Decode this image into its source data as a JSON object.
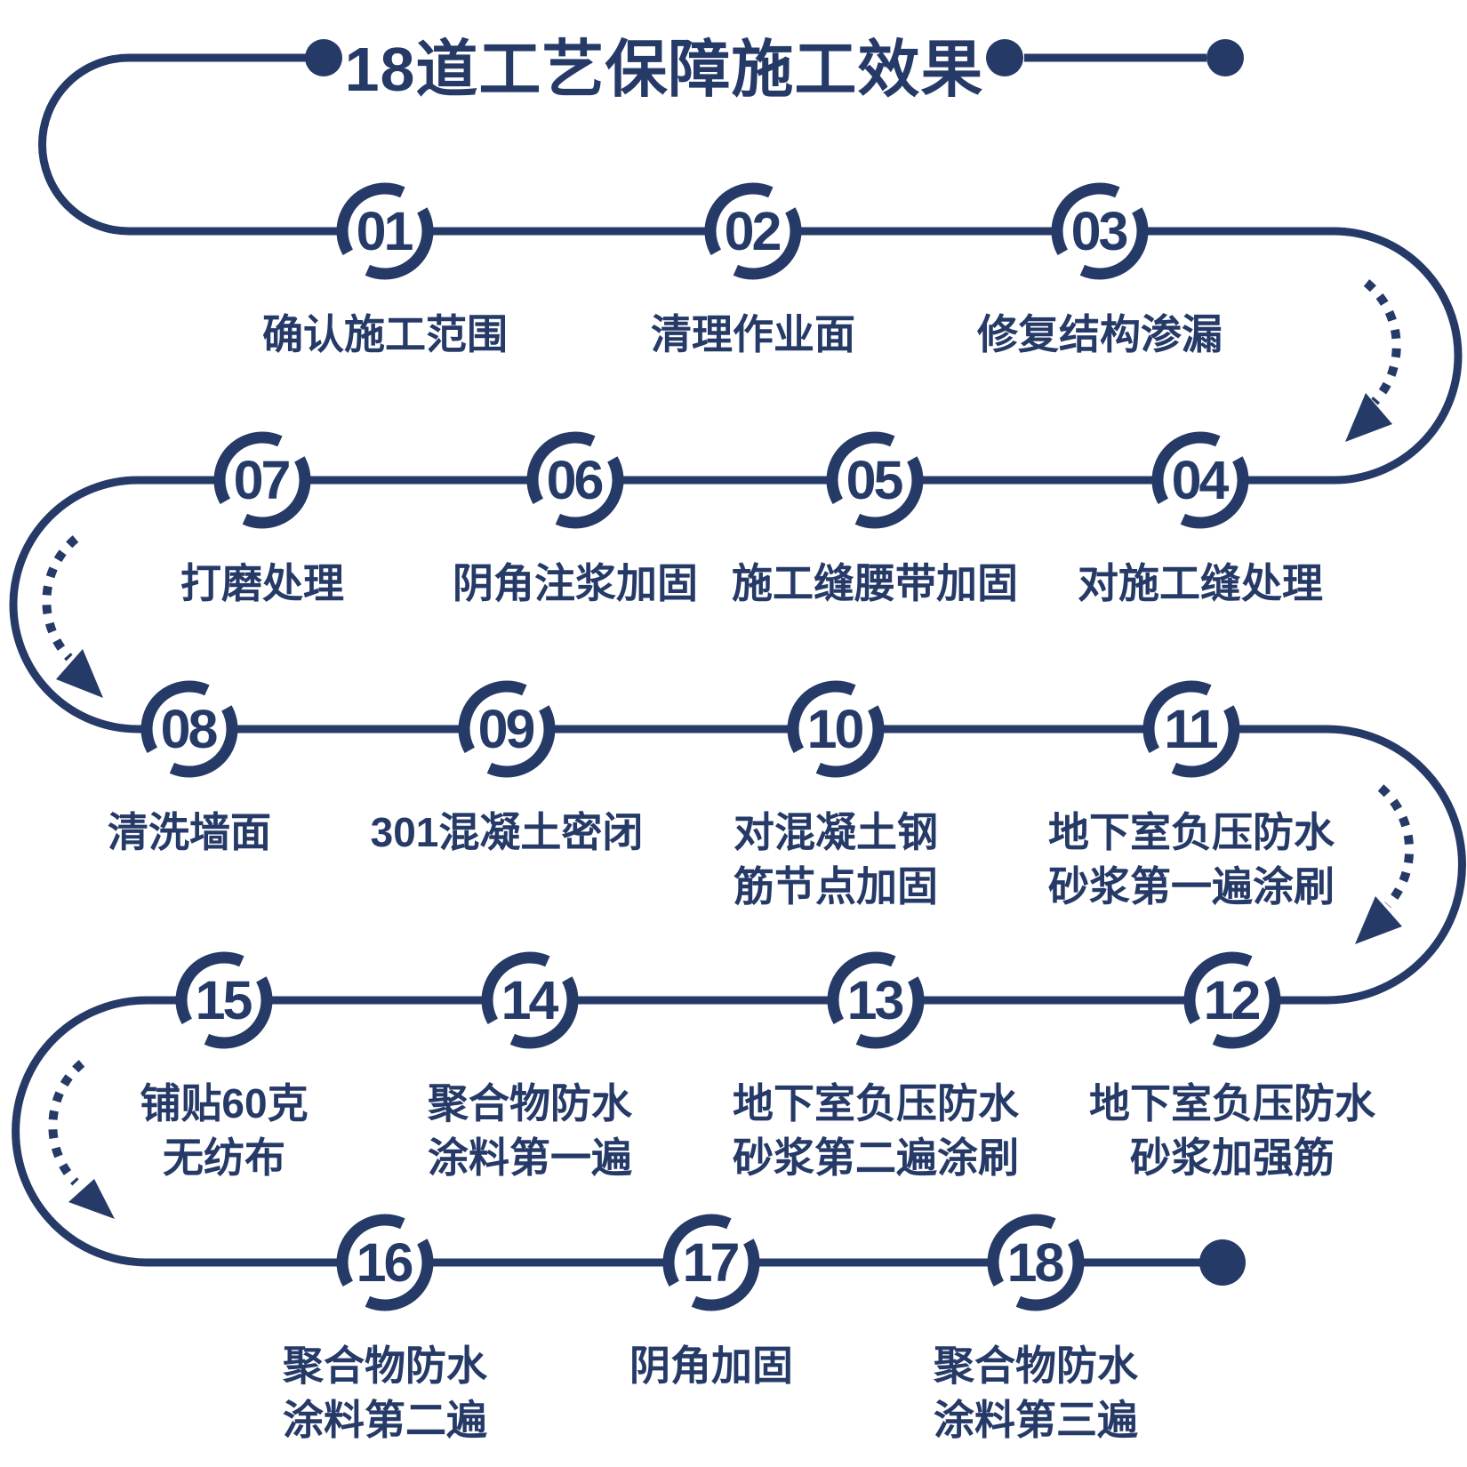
{
  "title": {
    "text": "18道工艺保障施工效果"
  },
  "steps": [
    {
      "num": "01",
      "label": "确认施工范围"
    },
    {
      "num": "02",
      "label": "清理作业面"
    },
    {
      "num": "03",
      "label": "修复结构渗漏"
    },
    {
      "num": "04",
      "label": "对施工缝处理"
    },
    {
      "num": "05",
      "label": "施工缝腰带加固"
    },
    {
      "num": "06",
      "label": "阴角注浆加固"
    },
    {
      "num": "07",
      "label": "打磨处理"
    },
    {
      "num": "08",
      "label": "清洗墙面"
    },
    {
      "num": "09",
      "label": "301混凝土密闭"
    },
    {
      "num": "10",
      "label": "对混凝土钢\n筋节点加固"
    },
    {
      "num": "11",
      "label": "地下室负压防水\n砂浆第一遍涂刷"
    },
    {
      "num": "12",
      "label": "地下室负压防水\n砂浆加强筋"
    },
    {
      "num": "13",
      "label": "地下室负压防水\n砂浆第二遍涂刷"
    },
    {
      "num": "14",
      "label": "聚合物防水\n涂料第一遍"
    },
    {
      "num": "15",
      "label": "铺贴60克\n无纺布"
    },
    {
      "num": "16",
      "label": "聚合物防水\n涂料第二遍"
    },
    {
      "num": "17",
      "label": "阴角加固"
    },
    {
      "num": "18",
      "label": "聚合物防水\n涂料第三遍"
    }
  ],
  "colors": {
    "navy": "#263a68",
    "background": "#ffffff"
  }
}
